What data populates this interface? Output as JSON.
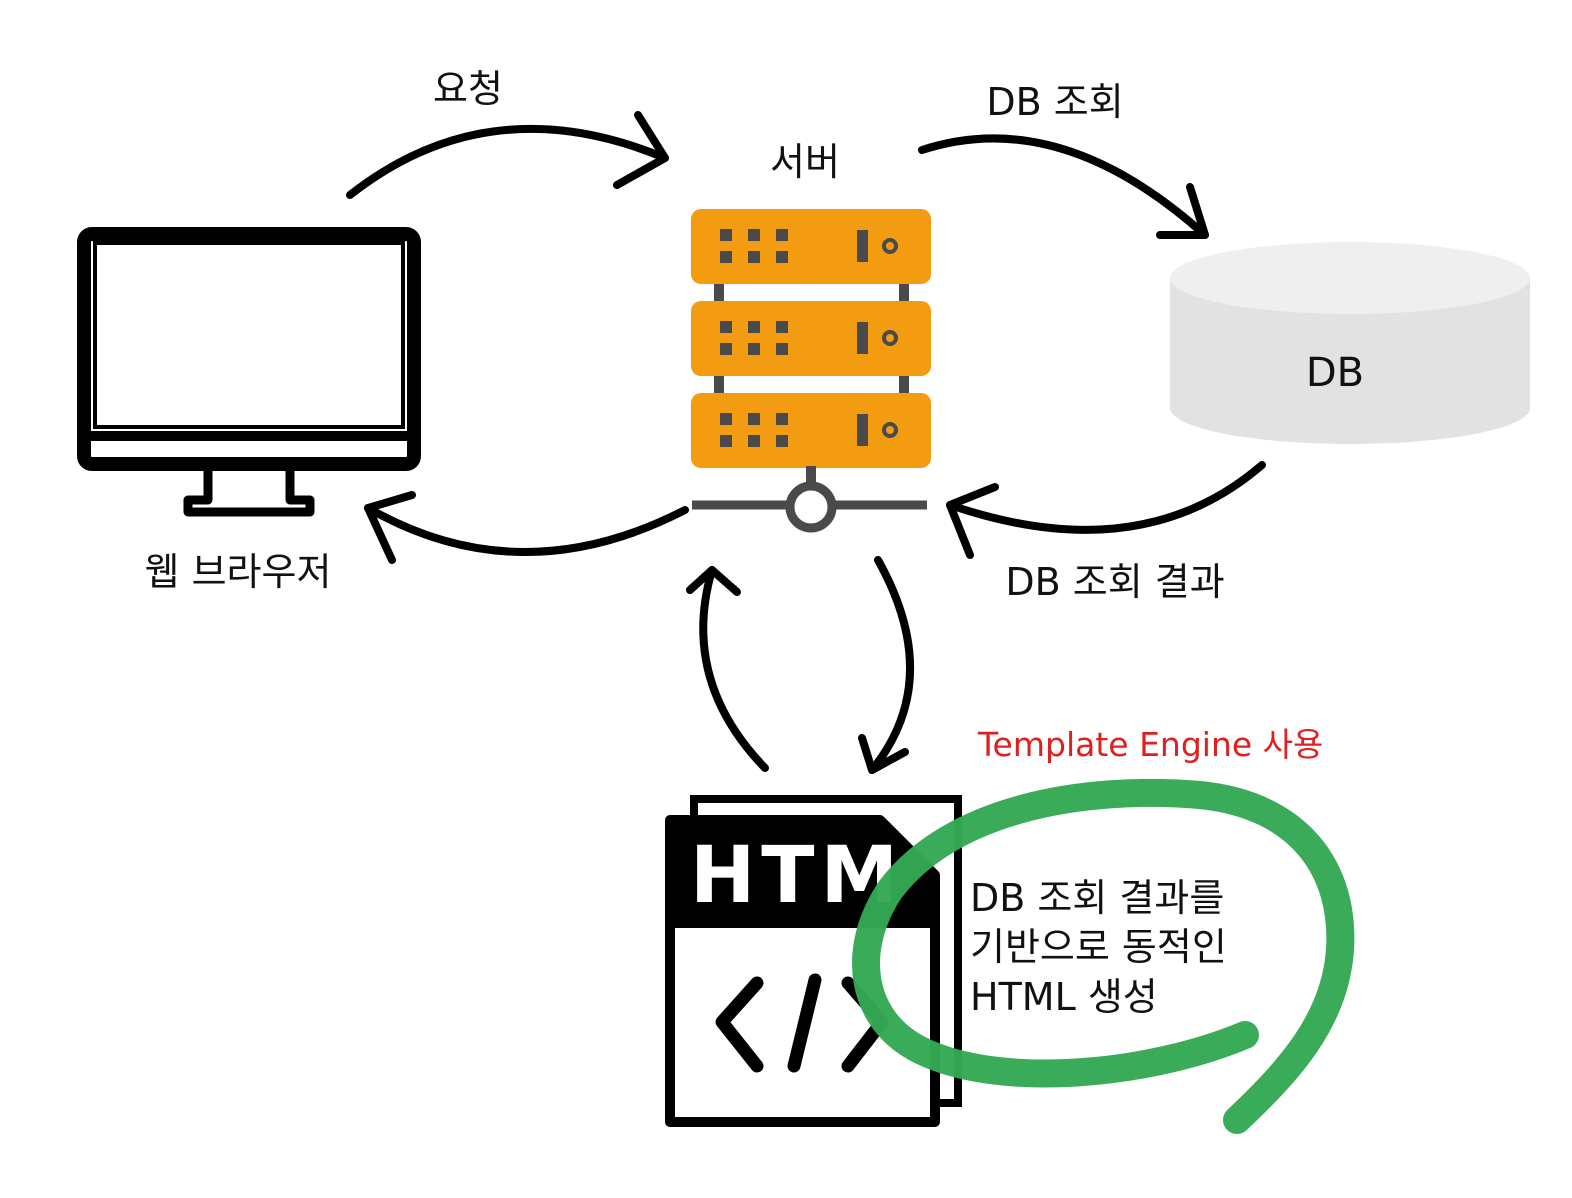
{
  "labels": {
    "request": "요청",
    "server": "서버",
    "db_query": "DB 조회",
    "db": "DB",
    "browser": "웹 브라우저",
    "db_result": "DB 조회 결과",
    "template_engine": "Template Engine 사용",
    "html_gen_lines": [
      "DB 조회 결과를",
      "기반으로 동적인",
      "HTML 생성"
    ],
    "html_icon_text": "HTM"
  },
  "colors": {
    "server": "#f39c12",
    "server_dark": "#4a4a4a",
    "db_fill": "#e2e2e2",
    "annotation_red": "#e02020",
    "highlight_green": "#34a853"
  }
}
